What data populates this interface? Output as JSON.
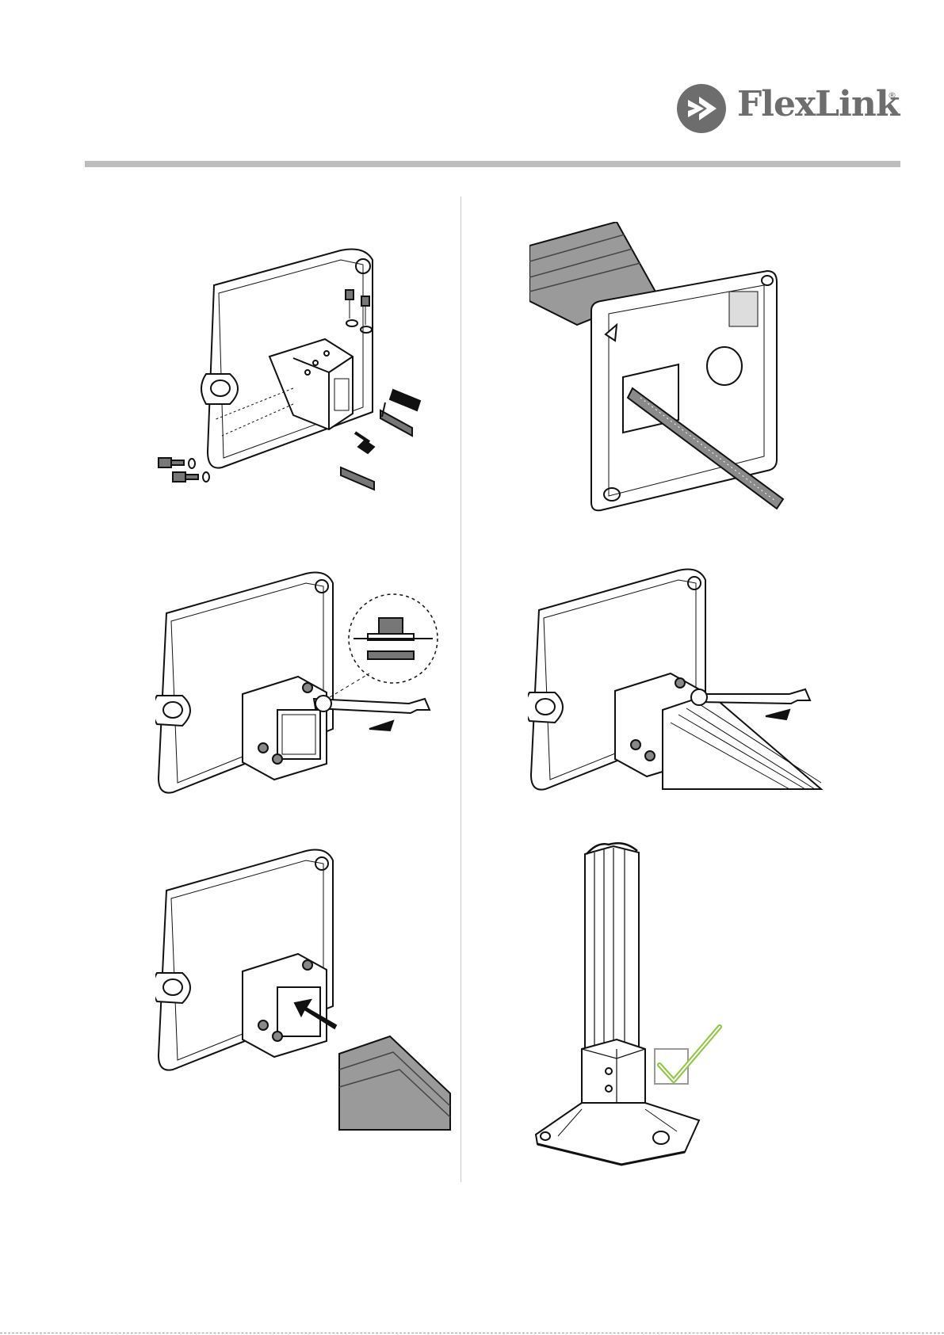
{
  "header": {
    "brand_name": "FlexLink",
    "registered_mark": "®",
    "logo_icon": "flexlink-chevron-icon",
    "brand_color": "#6d6d6d",
    "rule_color": "#bdbdbd"
  },
  "steps": [
    {
      "id": 1,
      "icon": "foot-bracket-bolts-exploded-illustration"
    },
    {
      "id": 2,
      "icon": "beam-into-foot-with-tape-measure-illustration"
    },
    {
      "id": 3,
      "icon": "foot-bracket-wrench-tighten-illustration"
    },
    {
      "id": 4,
      "icon": "foot-with-beam-wrench-tighten-illustration"
    },
    {
      "id": 5,
      "icon": "beam-insert-arrow-illustration"
    },
    {
      "id": 6,
      "icon": "assembled-upright-checkmark-illustration"
    }
  ],
  "accent_colors": {
    "check": "#8cc63f",
    "steel": "#9a9a9a"
  }
}
